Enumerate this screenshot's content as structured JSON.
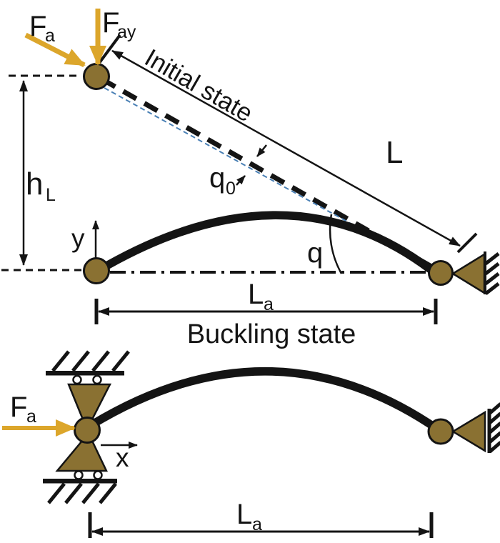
{
  "figure": {
    "colors": {
      "gold": "#dca62b",
      "brown": "#8a7132",
      "blue": "#4a80b5",
      "ink": "#141414"
    },
    "top": {
      "force_a": {
        "base": "F",
        "sub": "a"
      },
      "force_ay": {
        "base": "F",
        "sub": "ay"
      },
      "initial_state_label": "Initial state",
      "beam_length_label": "L",
      "height_label": {
        "base": "h",
        "sub": "L"
      },
      "initial_angle_label": {
        "base": "q",
        "sub": "0"
      },
      "deflection_angle_label": "q",
      "y_axis_label": "y",
      "span_label": {
        "base": "L",
        "sub": "a"
      },
      "caption": "Buckling state"
    },
    "bottom": {
      "force_a": {
        "base": "F",
        "sub": "a"
      },
      "x_axis_label": "x",
      "span_label": {
        "base": "L",
        "sub": "a"
      }
    }
  }
}
